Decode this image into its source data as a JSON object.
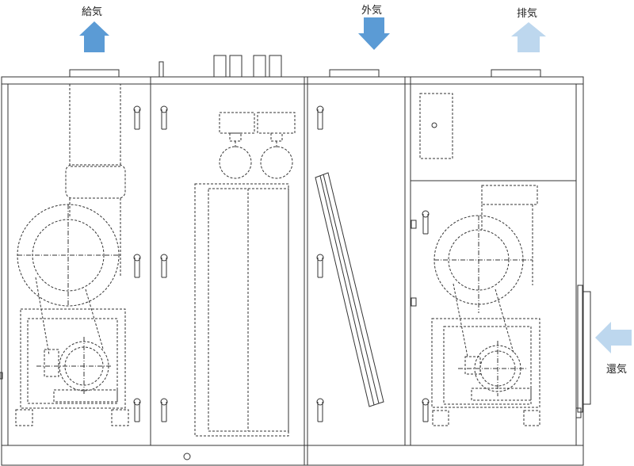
{
  "labels": {
    "supply_air": "給気",
    "outside_air": "外気",
    "exhaust_air": "排気",
    "return_air": "還気"
  },
  "colors": {
    "supply_arrow": "#5b9bd5",
    "outside_arrow": "#5b9bd5",
    "exhaust_arrow": "#bdd7ee",
    "return_arrow": "#bdd7ee",
    "line": "#333333"
  }
}
